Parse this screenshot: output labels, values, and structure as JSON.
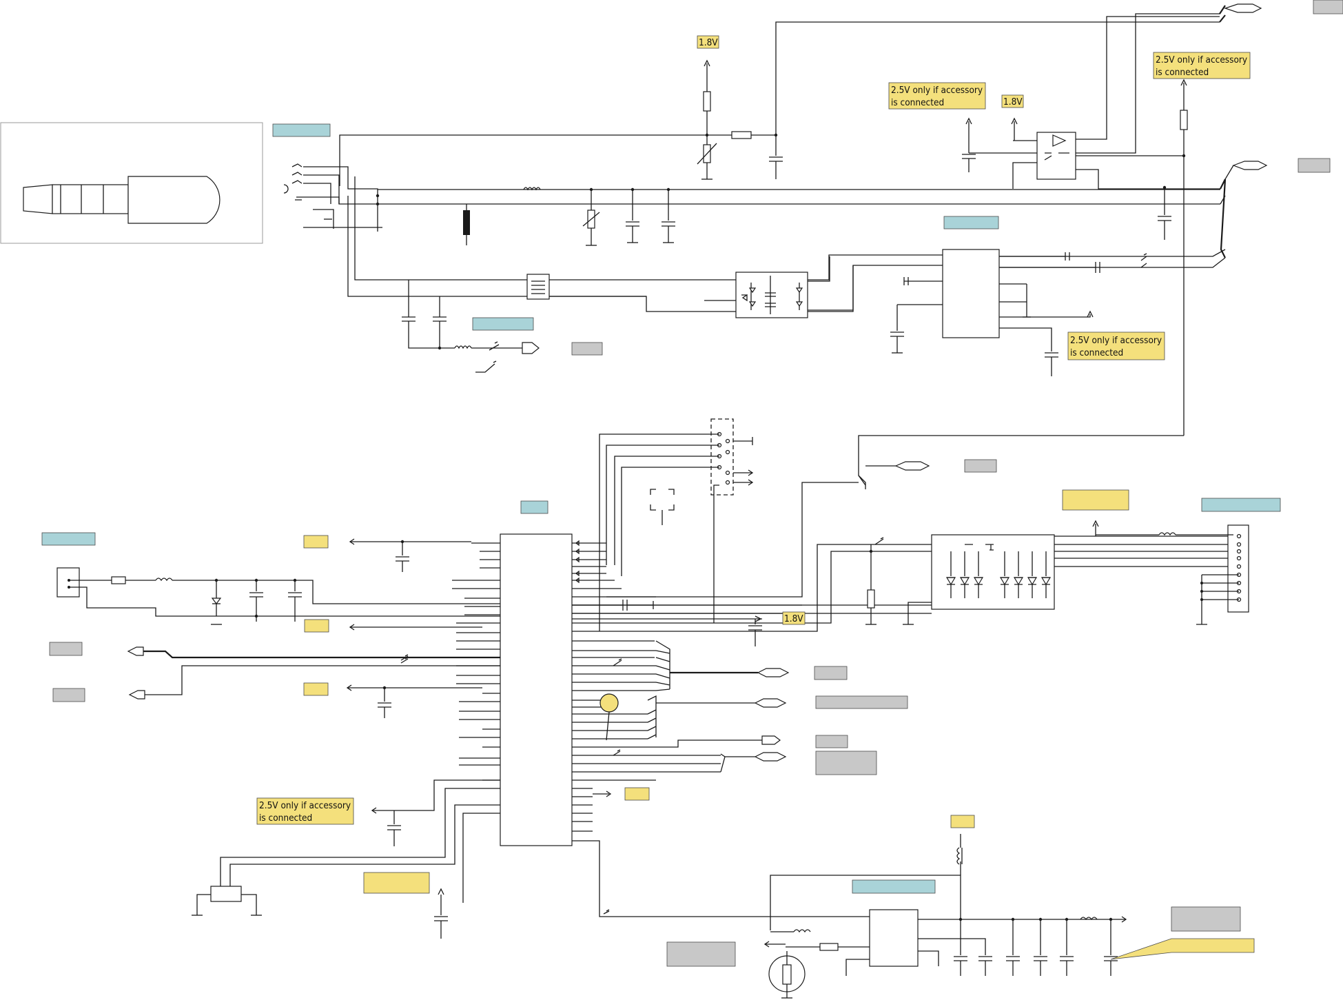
{
  "annotations": {
    "v18_top": "1.8V",
    "v18_mid": "1.8V",
    "v18_bottom": "1.8V",
    "acc_top_mid": [
      "2.5V only if accessory",
      "is connected"
    ],
    "acc_top_right": [
      "2.5V only if accessory",
      "is connected"
    ],
    "acc_mid_right": [
      "2.5V only if accessory",
      "is connected"
    ],
    "acc_bottom_left": [
      "2.5V only if accessory",
      "is connected"
    ]
  },
  "colors": {
    "net_label": "#a9d3d8",
    "port_label": "#c8c8c8",
    "note_label": "#f4e07c",
    "wire": "#1a1a1a"
  }
}
